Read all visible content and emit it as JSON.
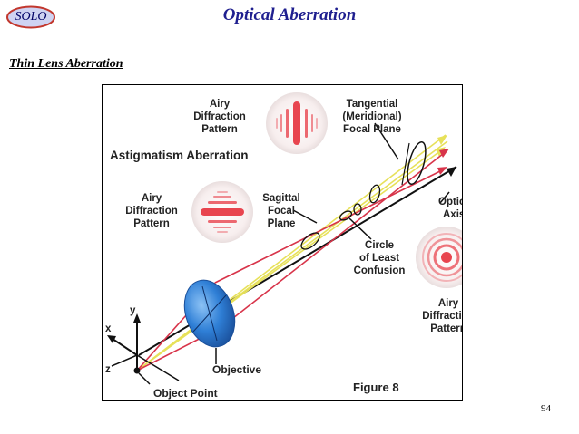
{
  "badge": {
    "text": "SOLO"
  },
  "title": "Optical Aberration",
  "section": "Thin Lens Aberration",
  "figure": {
    "heading": "Astigmatism Aberration",
    "labels": {
      "airy_top": [
        "Airy",
        "Diffraction",
        "Pattern"
      ],
      "airy_left": [
        "Airy",
        "Diffraction",
        "Pattern"
      ],
      "airy_right": [
        "Airy",
        "Diffraction",
        "Pattern"
      ],
      "tangential": [
        "Tangential",
        "(Meridional)",
        "Focal Plane"
      ],
      "sagittal": [
        "Sagittal",
        "Focal",
        "Plane"
      ],
      "optical_axis": [
        "Optical",
        "Axis"
      ],
      "circle": [
        "Circle",
        "of Least",
        "Confusion"
      ],
      "objective": "Objective",
      "object_point": "Object Point",
      "axis_x": "x",
      "axis_y": "y",
      "axis_z": "z",
      "caption": "Figure 8"
    },
    "colors": {
      "ray_red": "#d8344a",
      "ray_yellow": "#e7e15a",
      "lens_blue": "#2f7fd6",
      "airy_red": "#e8454f"
    }
  },
  "page_number": "94"
}
